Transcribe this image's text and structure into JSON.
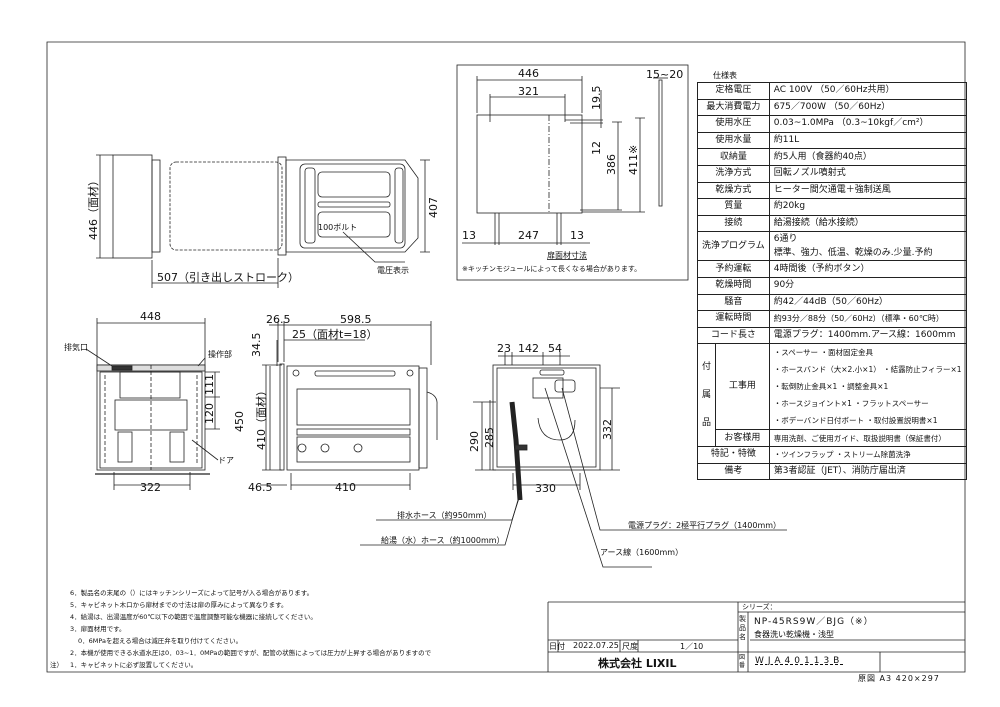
{
  "top_view": {
    "dim_width": "446（面材）",
    "dim_depth": "407",
    "dim_stroke": "507（引き出しストローク）",
    "voltage_mark": "100ボルト",
    "voltage_label": "電圧表示"
  },
  "door_panel": {
    "dim_446": "446",
    "dim_321": "321",
    "dim_19_5": "19.5",
    "dim_12": "12",
    "dim_386": "386",
    "dim_411": "411※",
    "dim_15_20": "15~20",
    "dim_13a": "13",
    "dim_247": "247",
    "dim_13b": "13",
    "title": "扉面材寸法",
    "note": "※キッチンモジュールによって長くなる場合があります。"
  },
  "front_view": {
    "dim_448": "448",
    "dim_322": "322",
    "dim_111": "111",
    "dim_120": "120",
    "exhaust_label": "排気口",
    "control_label": "操作部",
    "door_label": "ドア"
  },
  "side_view": {
    "dim_26_5": "26.5",
    "dim_598_5": "598.5",
    "dim_25": "25（面材t=18）",
    "dim_34_5": "34.5",
    "dim_450": "450",
    "dim_410v": "410（面材）",
    "dim_46_5": "46.5",
    "dim_410h": "410"
  },
  "back_view": {
    "dim_23": "23",
    "dim_142": "142",
    "dim_54": "54",
    "dim_290": "290",
    "dim_285": "285",
    "dim_332": "332",
    "dim_330": "330"
  },
  "callouts": {
    "drain_hose": "排水ホース（約950mm）",
    "supply_hose": "給湯（水）ホース（約1000mm）",
    "power_plug": "電源プラグ：2極平行プラグ（1400mm）",
    "earth_wire": "アース線（1600mm）"
  },
  "spec_table": {
    "title": "仕様表",
    "rows": [
      {
        "label": "定格電圧",
        "value": "AC 100V （50／60Hz共用）"
      },
      {
        "label": "最大消費電力",
        "value": "675／700W （50／60Hz）"
      },
      {
        "label": "使用水圧",
        "value": "0.03~1.0MPa （0.3~10kgf／cm²）"
      },
      {
        "label": "使用水量",
        "value": "約11L"
      },
      {
        "label": "収納量",
        "value": "約5人用（食器約40点）"
      },
      {
        "label": "洗浄方式",
        "value": "回転ノズル噴射式"
      },
      {
        "label": "乾燥方式",
        "value": "ヒーター間欠通電＋強制送風"
      },
      {
        "label": "質量",
        "value": "約20kg"
      },
      {
        "label": "接続",
        "value": "給湯接続（給水接続）"
      },
      {
        "label": "洗浄プログラム",
        "value": "6通り",
        "value2": "標準、強力、低温、乾燥のみ.少量.予約"
      },
      {
        "label": "予約運転",
        "value": "4時間後（予約ボタン）"
      },
      {
        "label": "乾燥時間",
        "value": "90分"
      },
      {
        "label": "騒音",
        "value": "約42／44dB（50／60Hz）"
      },
      {
        "label": "運転時間",
        "value": "約93分／88分（50／60Hz）（標準・60℃時）"
      },
      {
        "label": "コード長さ",
        "value": "電源プラグ：1400mm.アース線：1600mm"
      }
    ],
    "accessories": {
      "label": "付属品",
      "construction_label": "工事用",
      "construction_items": [
        "・スペーサー ・面材固定金具",
        "・ホースバンド（大×2.小×1） ・結露防止フィラー×1",
        "・転倒防止金具×1 ・調整金具×1",
        "・ホースジョイント×1 ・フラットスペーサー",
        "・ボデーバンド日付ボート ・取付設置説明書×1"
      ],
      "customer_label": "お客様用",
      "customer_items": "専用洗剤、ご使用ガイド、取扱説明書（保証書付）"
    },
    "features": {
      "label": "特記・特徴",
      "value": "・ツインフラップ ・ストリーム除菌洗浄"
    },
    "remarks": {
      "label": "備考",
      "value": "第3者認証（JET）、消防庁届出済"
    }
  },
  "notes": [
    "6．製品名の末尾の（）にはキッチンシリーズによって記号が入る場合があります。",
    "5．キャビネット木口から扉材までの寸法は扉の厚みによって異なります。",
    "4．給湯は、出湯温度が60℃以下の範囲で温度調整可能な機器に接続してください。",
    "3．扉面材用です。",
    "0．6MPaを超える場合は減圧弁を取り付けてください。",
    "2．本機が使用できる水道水圧は0．03~1．0MPaの範囲ですが、配管の状態によっては圧力が上昇する場合がありますので",
    "1．キャビネットに必ず設置してください。"
  ],
  "notes_prefix": "注）",
  "title_block": {
    "series_label": "シリーズ：",
    "product_name_label": "製品名",
    "model": "NP-45RS9W／BJG（※）",
    "product_type": "食器洗い乾燥機・浅型",
    "date_label": "日付",
    "date": "2022.07.25",
    "scale_label": "尺度",
    "scale": "1／10",
    "company": "株式会社 LIXIL",
    "drawing_no_label": "図番",
    "drawing_no": "WJA40113B",
    "paper": "原図 A3 420×297"
  }
}
